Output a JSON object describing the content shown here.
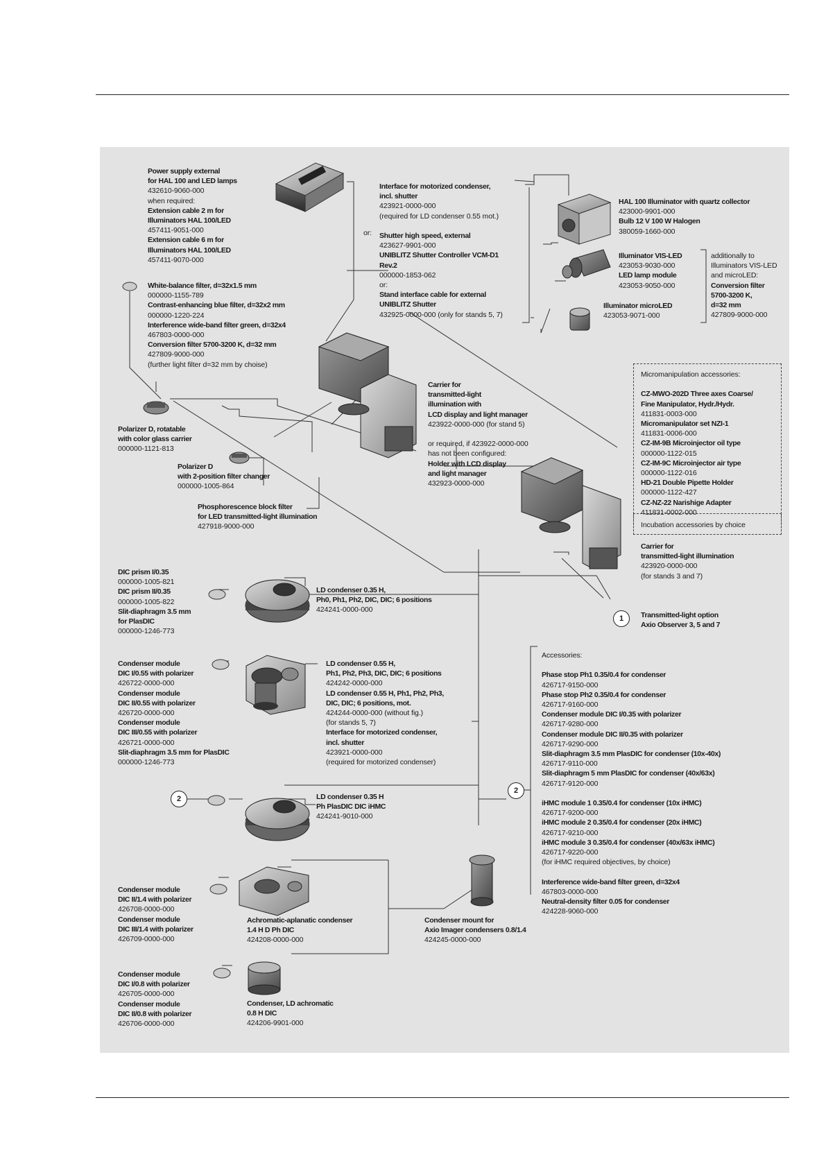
{
  "badges": {
    "one": "1",
    "two": "2"
  },
  "labels": {
    "power": [
      {
        "t": "Power supply external",
        "b": true
      },
      {
        "t": "for HAL 100 and LED lamps",
        "b": true
      },
      {
        "t": "432610-9060-000",
        "b": false
      },
      {
        "t": "when required:",
        "b": false
      },
      {
        "t": "Extension cable 2 m for",
        "b": true
      },
      {
        "t": "Illuminators HAL 100/LED",
        "b": true
      },
      {
        "t": "457411-9051-000",
        "b": false
      },
      {
        "t": "Extension cable 6 m for",
        "b": true
      },
      {
        "t": "Illuminators HAL 100/LED",
        "b": true
      },
      {
        "t": "457411-9070-000",
        "b": false
      }
    ],
    "interface": [
      {
        "t": "Interface for motorized condenser,",
        "b": true
      },
      {
        "t": "incl. shutter",
        "b": true
      },
      {
        "t": "423921-0000-000",
        "b": false
      },
      {
        "t": "(required for LD condenser 0.55 mot.)",
        "b": false
      },
      {
        "t": "",
        "b": false
      },
      {
        "t": "Shutter high speed, external",
        "b": true
      },
      {
        "t": "423627-9901-000",
        "b": false
      },
      {
        "t": "UNIBLITZ Shutter Controller VCM-D1",
        "b": true
      },
      {
        "t": "Rev.2",
        "b": true
      },
      {
        "t": "000000-1853-062",
        "b": false
      },
      {
        "t": "or:",
        "b": false
      },
      {
        "t": "Stand interface cable for external",
        "b": true
      },
      {
        "t": "UNIBLITZ Shutter",
        "b": true
      },
      {
        "t": "432925-0000-000 (only for stands 5, 7)",
        "b": false
      }
    ],
    "or_text": "or:",
    "hal": [
      {
        "t": "HAL 100 Illuminator with quartz collector",
        "b": true
      },
      {
        "t": "423000-9901-000",
        "b": false
      },
      {
        "t": "Bulb 12 V 100 W Halogen",
        "b": true
      },
      {
        "t": "380059-1660-000",
        "b": false
      }
    ],
    "vis": [
      {
        "t": "Illuminator VIS-LED",
        "b": true
      },
      {
        "t": "423053-9030-000",
        "b": false
      },
      {
        "t": "LED lamp module",
        "b": true
      },
      {
        "t": "423053-9050-000",
        "b": false
      }
    ],
    "additional": [
      {
        "t": "additionally to",
        "b": false
      },
      {
        "t": "Illuminators VIS-LED",
        "b": false
      },
      {
        "t": "and microLED:",
        "b": false
      },
      {
        "t": "Conversion filter",
        "b": true
      },
      {
        "t": "5700-3200 K,",
        "b": true
      },
      {
        "t": "d=32 mm",
        "b": true
      },
      {
        "t": "427809-9000-000",
        "b": false
      }
    ],
    "microled": [
      {
        "t": "Illuminator microLED",
        "b": true
      },
      {
        "t": "423053-9071-000",
        "b": false
      }
    ],
    "filters": [
      {
        "t": "White-balance filter, d=32x1.5 mm",
        "b": true
      },
      {
        "t": "000000-1155-789",
        "b": false
      },
      {
        "t": "Contrast-enhancing blue filter, d=32x2 mm",
        "b": true
      },
      {
        "t": "000000-1220-224",
        "b": false
      },
      {
        "t": "Interference wide-band filter green, d=32x4",
        "b": true
      },
      {
        "t": "467803-0000-000",
        "b": false
      },
      {
        "t": "Conversion filter 5700-3200 K, d=32 mm",
        "b": true
      },
      {
        "t": "427809-9000-000",
        "b": false
      },
      {
        "t": "(further light filter d=32 mm by choise)",
        "b": false
      }
    ],
    "carrier_lcd": [
      {
        "t": "Carrier for",
        "b": true
      },
      {
        "t": "transmitted-light",
        "b": true
      },
      {
        "t": "illumination with",
        "b": true
      },
      {
        "t": "LCD display and light manager",
        "b": true
      },
      {
        "t": "423922-0000-000 (for stand 5)",
        "b": false
      },
      {
        "t": "",
        "b": false
      },
      {
        "t": "or required, if 423922-0000-000",
        "b": false
      },
      {
        "t": "has not been configured:",
        "b": false
      },
      {
        "t": "Holder with LCD display",
        "b": true
      },
      {
        "t": "and light manager",
        "b": true
      },
      {
        "t": "432923-0000-000",
        "b": false
      }
    ],
    "micro": [
      {
        "t": "Micromanipulation accessories:",
        "b": false
      },
      {
        "t": "",
        "b": false
      },
      {
        "t": "CZ-MWO-202D Three axes Coarse/",
        "b": true
      },
      {
        "t": "Fine Manipulator, Hydr./Hydr.",
        "b": true
      },
      {
        "t": "411831-0003-000",
        "b": false
      },
      {
        "t": "Micromanipulator set NZI-1",
        "b": true
      },
      {
        "t": "411831-0006-000",
        "b": false
      },
      {
        "t": "CZ-IM-9B Microinjector oil type",
        "b": true
      },
      {
        "t": "000000-1122-015",
        "b": false
      },
      {
        "t": "CZ-IM-9C Microinjector air type",
        "b": true
      },
      {
        "t": "000000-1122-016",
        "b": false
      },
      {
        "t": "HD-21 Double Pipette Holder",
        "b": true
      },
      {
        "t": "000000-1122-427",
        "b": false
      },
      {
        "t": "CZ-NZ-22 Narishige Adapter",
        "b": true
      },
      {
        "t": "411831-0002-000",
        "b": false
      }
    ],
    "incubation": "Incubation accessories by choice",
    "polarizer_rot": [
      {
        "t": "Polarizer D, rotatable",
        "b": true
      },
      {
        "t": "with color glass carrier",
        "b": true
      },
      {
        "t": "000000-1121-813",
        "b": false
      }
    ],
    "polarizer_pos": [
      {
        "t": "Polarizer D",
        "b": true
      },
      {
        "t": "with 2-position filter changer",
        "b": true
      },
      {
        "t": "000000-1005-864",
        "b": false
      }
    ],
    "phosphor": [
      {
        "t": "Phosphorescence block filter",
        "b": true
      },
      {
        "t": "for LED transmitted-light illumination",
        "b": true
      },
      {
        "t": "427918-9000-000",
        "b": false
      }
    ],
    "carrier37": [
      {
        "t": "Carrier for",
        "b": true
      },
      {
        "t": "transmitted-light illumination",
        "b": true
      },
      {
        "t": "423920-0000-000",
        "b": false
      },
      {
        "t": "(for stands 3 and 7)",
        "b": false
      }
    ],
    "option": [
      {
        "t": "Transmitted-light option",
        "b": true
      },
      {
        "t": "Axio Observer 3, 5 and 7",
        "b": true
      }
    ],
    "dic035": [
      {
        "t": "DIC prism I/0.35",
        "b": true
      },
      {
        "t": "000000-1005-821",
        "b": false
      },
      {
        "t": "DIC prism II/0.35",
        "b": true
      },
      {
        "t": "000000-1005-822",
        "b": false
      },
      {
        "t": "Slit-diaphragm 3.5 mm",
        "b": true
      },
      {
        "t": "for PlasDIC",
        "b": true
      },
      {
        "t": "000000-1246-773",
        "b": false
      }
    ],
    "ld035": [
      {
        "t": "LD condenser 0.35 H,",
        "b": true
      },
      {
        "t": "Ph0, Ph1, Ph2, DIC, DIC; 6 positions",
        "b": true
      },
      {
        "t": "424241-0000-000",
        "b": false
      }
    ],
    "cm055": [
      {
        "t": "Condenser module",
        "b": true
      },
      {
        "t": "DIC I/0.55 with polarizer",
        "b": true
      },
      {
        "t": "426722-0000-000",
        "b": false
      },
      {
        "t": "Condenser module",
        "b": true
      },
      {
        "t": "DIC II/0.55 with polarizer",
        "b": true
      },
      {
        "t": "426720-0000-000",
        "b": false
      },
      {
        "t": "Condenser module",
        "b": true
      },
      {
        "t": "DIC III/0.55 with polarizer",
        "b": true
      },
      {
        "t": "426721-0000-000",
        "b": false
      },
      {
        "t": "Slit-diaphragm 3.5 mm for PlasDIC",
        "b": true
      },
      {
        "t": "000000-1246-773",
        "b": false
      }
    ],
    "ld055": [
      {
        "t": "LD condenser 0.55 H,",
        "b": true
      },
      {
        "t": "Ph1, Ph2, Ph3, DIC, DIC; 6 positions",
        "b": true
      },
      {
        "t": "424242-0000-000",
        "b": false
      },
      {
        "t": "LD condenser 0.55 H, Ph1, Ph2, Ph3,",
        "b": true
      },
      {
        "t": "DIC, DIC; 6 positions, mot.",
        "b": true
      },
      {
        "t": "424244-0000-000 (without fig.)",
        "b": false
      },
      {
        "t": "(for stands 5, 7)",
        "b": false
      },
      {
        "t": "Interface for motorized condenser,",
        "b": true
      },
      {
        "t": "incl. shutter",
        "b": true
      },
      {
        "t": "423921-0000-000",
        "b": false
      },
      {
        "t": "(required for motorized condenser)",
        "b": false
      }
    ],
    "accessories": [
      {
        "t": "Accessories:",
        "b": false
      },
      {
        "t": "",
        "b": false
      },
      {
        "t": "Phase stop Ph1 0.35/0.4 for condenser",
        "b": true
      },
      {
        "t": "426717-9150-000",
        "b": false
      },
      {
        "t": "Phase stop Ph2 0.35/0.4 for condenser",
        "b": true
      },
      {
        "t": "426717-9160-000",
        "b": false
      },
      {
        "t": "Condenser module DIC I/0.35 with polarizer",
        "b": true
      },
      {
        "t": "426717-9280-000",
        "b": false
      },
      {
        "t": "Condenser module DIC II/0.35 with polarizer",
        "b": true
      },
      {
        "t": "426717-9290-000",
        "b": false
      },
      {
        "t": "Slit-diaphragm 3.5 mm PlasDIC for condenser (10x-40x)",
        "b": true
      },
      {
        "t": "426717-9110-000",
        "b": false
      },
      {
        "t": "Slit-diaphragm 5 mm PlasDIC for condenser (40x/63x)",
        "b": true
      },
      {
        "t": "426717-9120-000",
        "b": false
      },
      {
        "t": "",
        "b": false
      },
      {
        "t": "iHMC module 1  0.35/0.4 for condenser (10x iHMC)",
        "b": true
      },
      {
        "t": "426717-9200-000",
        "b": false
      },
      {
        "t": "iHMC module 2  0.35/0.4 for condenser (20x iHMC)",
        "b": true
      },
      {
        "t": "426717-9210-000",
        "b": false
      },
      {
        "t": "iHMC module 3  0.35/0.4 for condenser (40x/63x iHMC)",
        "b": true
      },
      {
        "t": "426717-9220-000",
        "b": false
      },
      {
        "t": "(for iHMC required objectives, by choice)",
        "b": false
      },
      {
        "t": "",
        "b": false
      },
      {
        "t": "Interference wide-band filter green, d=32x4",
        "b": true
      },
      {
        "t": "467803-0000-000",
        "b": false
      },
      {
        "t": "Neutral-density filter 0.05 for condenser",
        "b": true
      },
      {
        "t": "424228-9060-000",
        "b": false
      }
    ],
    "ldihmc": [
      {
        "t": "LD condenser 0.35 H",
        "b": true
      },
      {
        "t": "Ph PlasDIC DIC iHMC",
        "b": true
      },
      {
        "t": "424241-9010-000",
        "b": false
      }
    ],
    "cm14": [
      {
        "t": "Condenser module",
        "b": true
      },
      {
        "t": "DIC II/1.4 with polarizer",
        "b": true
      },
      {
        "t": "426708-0000-000",
        "b": false
      },
      {
        "t": "Condenser module",
        "b": true
      },
      {
        "t": "DIC III/1.4 with polarizer",
        "b": true
      },
      {
        "t": "426709-0000-000",
        "b": false
      }
    ],
    "achro": [
      {
        "t": "Achromatic-aplanatic condenser",
        "b": true
      },
      {
        "t": "1.4 H D Ph DIC",
        "b": true
      },
      {
        "t": "424208-0000-000",
        "b": false
      }
    ],
    "mount": [
      {
        "t": "Condenser mount for",
        "b": true
      },
      {
        "t": "Axio Imager condensers 0.8/1.4",
        "b": true
      },
      {
        "t": "424245-0000-000",
        "b": false
      }
    ],
    "cm08": [
      {
        "t": "Condenser module",
        "b": true
      },
      {
        "t": "DIC I/0.8 with polarizer",
        "b": true
      },
      {
        "t": "426705-0000-000",
        "b": false
      },
      {
        "t": "Condenser module",
        "b": true
      },
      {
        "t": "DIC II/0.8 with polarizer",
        "b": true
      },
      {
        "t": "426706-0000-000",
        "b": false
      }
    ],
    "ldachro": [
      {
        "t": "Condenser, LD achromatic",
        "b": true
      },
      {
        "t": "0.8 H DIC",
        "b": true
      },
      {
        "t": "424206-9901-000",
        "b": false
      }
    ]
  }
}
